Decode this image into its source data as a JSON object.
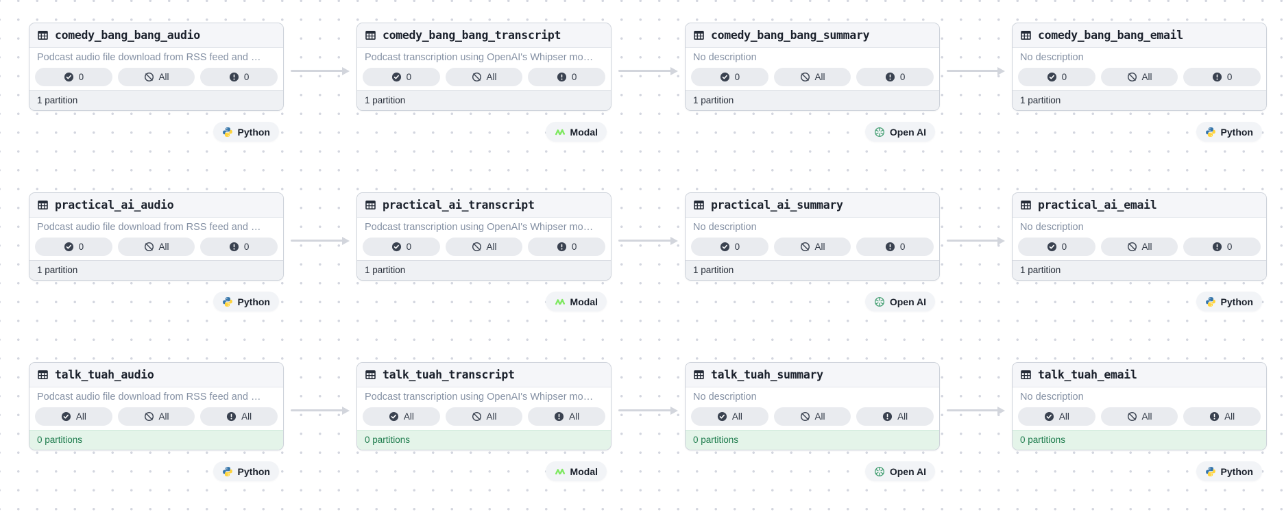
{
  "colors": {
    "accent_green_text": "#1E7C4D",
    "accent_green_bg": "#E4F4E9",
    "python_blue": "#3776AB",
    "python_yellow": "#FFD43B",
    "modal_green": "#7DE85F",
    "openai_green": "#3E9C6E",
    "node_border": "#CDD2DA",
    "arrow": "#D2D5DC",
    "dot_grid": "#D3D6DF"
  },
  "rows": [
    {
      "assets": [
        {
          "title": "comedy_bang_bang_audio",
          "description": "Podcast audio file download from RSS feed and …",
          "badges": [
            {
              "icon": "check-circle-icon",
              "value": "0"
            },
            {
              "icon": "slash-circle-icon",
              "value": "All"
            },
            {
              "icon": "alert-circle-icon",
              "value": "0"
            }
          ],
          "footer": "1 partition",
          "footer_variant": "default",
          "tech": {
            "icon": "python-logo-icon",
            "label": "Python"
          }
        },
        {
          "title": "comedy_bang_bang_transcript",
          "description": "Podcast transcription using OpenAI's Whipser mo…",
          "badges": [
            {
              "icon": "check-circle-icon",
              "value": "0"
            },
            {
              "icon": "slash-circle-icon",
              "value": "All"
            },
            {
              "icon": "alert-circle-icon",
              "value": "0"
            }
          ],
          "footer": "1 partition",
          "footer_variant": "default",
          "tech": {
            "icon": "modal-logo-icon",
            "label": "Modal"
          }
        },
        {
          "title": "comedy_bang_bang_summary",
          "description": "No description",
          "badges": [
            {
              "icon": "check-circle-icon",
              "value": "0"
            },
            {
              "icon": "slash-circle-icon",
              "value": "All"
            },
            {
              "icon": "alert-circle-icon",
              "value": "0"
            }
          ],
          "footer": "1 partition",
          "footer_variant": "default",
          "tech": {
            "icon": "openai-logo-icon",
            "label": "Open AI"
          }
        },
        {
          "title": "comedy_bang_bang_email",
          "description": "No description",
          "badges": [
            {
              "icon": "check-circle-icon",
              "value": "0"
            },
            {
              "icon": "slash-circle-icon",
              "value": "All"
            },
            {
              "icon": "alert-circle-icon",
              "value": "0"
            }
          ],
          "footer": "1 partition",
          "footer_variant": "default",
          "tech": {
            "icon": "python-logo-icon",
            "label": "Python"
          }
        }
      ]
    },
    {
      "assets": [
        {
          "title": "practical_ai_audio",
          "description": "Podcast audio file download from RSS feed and …",
          "badges": [
            {
              "icon": "check-circle-icon",
              "value": "0"
            },
            {
              "icon": "slash-circle-icon",
              "value": "All"
            },
            {
              "icon": "alert-circle-icon",
              "value": "0"
            }
          ],
          "footer": "1 partition",
          "footer_variant": "default",
          "tech": {
            "icon": "python-logo-icon",
            "label": "Python"
          }
        },
        {
          "title": "practical_ai_transcript",
          "description": "Podcast transcription using OpenAI's Whipser mo…",
          "badges": [
            {
              "icon": "check-circle-icon",
              "value": "0"
            },
            {
              "icon": "slash-circle-icon",
              "value": "All"
            },
            {
              "icon": "alert-circle-icon",
              "value": "0"
            }
          ],
          "footer": "1 partition",
          "footer_variant": "default",
          "tech": {
            "icon": "modal-logo-icon",
            "label": "Modal"
          }
        },
        {
          "title": "practical_ai_summary",
          "description": "No description",
          "badges": [
            {
              "icon": "check-circle-icon",
              "value": "0"
            },
            {
              "icon": "slash-circle-icon",
              "value": "All"
            },
            {
              "icon": "alert-circle-icon",
              "value": "0"
            }
          ],
          "footer": "1 partition",
          "footer_variant": "default",
          "tech": {
            "icon": "openai-logo-icon",
            "label": "Open AI"
          }
        },
        {
          "title": "practical_ai_email",
          "description": "No description",
          "badges": [
            {
              "icon": "check-circle-icon",
              "value": "0"
            },
            {
              "icon": "slash-circle-icon",
              "value": "All"
            },
            {
              "icon": "alert-circle-icon",
              "value": "0"
            }
          ],
          "footer": "1 partition",
          "footer_variant": "default",
          "tech": {
            "icon": "python-logo-icon",
            "label": "Python"
          }
        }
      ]
    },
    {
      "assets": [
        {
          "title": "talk_tuah_audio",
          "description": "Podcast audio file download from RSS feed and …",
          "badges": [
            {
              "icon": "check-circle-icon",
              "value": "All"
            },
            {
              "icon": "slash-circle-icon",
              "value": "All"
            },
            {
              "icon": "alert-circle-icon",
              "value": "All"
            }
          ],
          "footer": "0 partitions",
          "footer_variant": "empty",
          "tech": {
            "icon": "python-logo-icon",
            "label": "Python"
          }
        },
        {
          "title": "talk_tuah_transcript",
          "description": "Podcast transcription using OpenAI's Whipser mo…",
          "badges": [
            {
              "icon": "check-circle-icon",
              "value": "All"
            },
            {
              "icon": "slash-circle-icon",
              "value": "All"
            },
            {
              "icon": "alert-circle-icon",
              "value": "All"
            }
          ],
          "footer": "0 partitions",
          "footer_variant": "empty",
          "tech": {
            "icon": "modal-logo-icon",
            "label": "Modal"
          }
        },
        {
          "title": "talk_tuah_summary",
          "description": "No description",
          "badges": [
            {
              "icon": "check-circle-icon",
              "value": "All"
            },
            {
              "icon": "slash-circle-icon",
              "value": "All"
            },
            {
              "icon": "alert-circle-icon",
              "value": "All"
            }
          ],
          "footer": "0 partitions",
          "footer_variant": "empty",
          "tech": {
            "icon": "openai-logo-icon",
            "label": "Open AI"
          }
        },
        {
          "title": "talk_tuah_email",
          "description": "No description",
          "badges": [
            {
              "icon": "check-circle-icon",
              "value": "All"
            },
            {
              "icon": "slash-circle-icon",
              "value": "All"
            },
            {
              "icon": "alert-circle-icon",
              "value": "All"
            }
          ],
          "footer": "0 partitions",
          "footer_variant": "empty",
          "tech": {
            "icon": "python-logo-icon",
            "label": "Python"
          }
        }
      ]
    }
  ]
}
